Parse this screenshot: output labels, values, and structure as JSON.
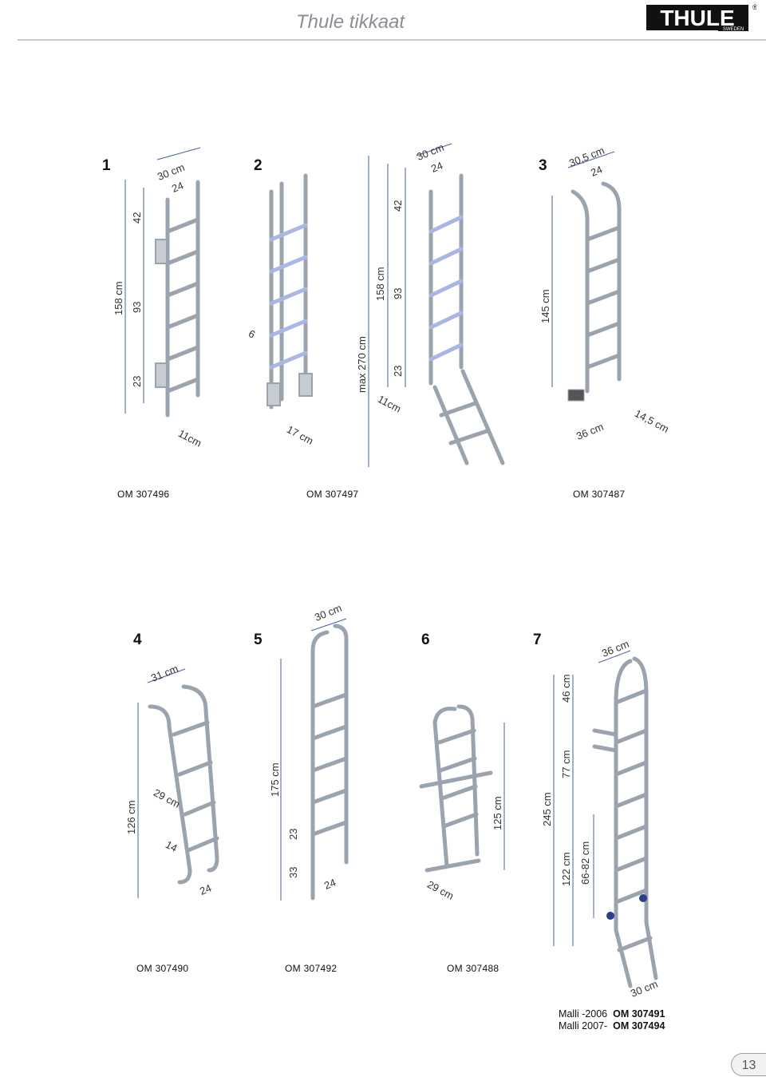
{
  "header": {
    "title": "Thule tikkaat",
    "logo_text": "THULE",
    "logo_sub": "SWEDEN",
    "logo_mark": "®"
  },
  "ladders": [
    {
      "number": "1",
      "code": "OM 307496",
      "dims": {
        "width": "30 cm",
        "inner": "24",
        "height": "158 cm",
        "top": "42",
        "mid": "93",
        "bottom": "23",
        "depth": "11cm"
      }
    },
    {
      "number": "2",
      "code": "OM 307497",
      "dims": {
        "step": "6",
        "depth": "17 cm",
        "max": "max 270 cm",
        "height": "158 cm",
        "top": "42",
        "mid": "93",
        "bottom": "23",
        "depth2": "11cm",
        "width": "30 cm",
        "inner": "24"
      }
    },
    {
      "number": "3",
      "code": "OM 307487",
      "dims": {
        "width": "30,5 cm",
        "inner": "24",
        "height": "145 cm",
        "base": "36 cm",
        "depth": "14,5 cm"
      }
    },
    {
      "number": "4",
      "code": "OM 307490",
      "dims": {
        "width": "31 cm",
        "height": "126 cm",
        "mid": "29 cm",
        "step": "14",
        "inner": "24"
      }
    },
    {
      "number": "5",
      "code": "OM 307492",
      "dims": {
        "width": "30 cm",
        "height": "175 cm",
        "a": "23",
        "b": "33",
        "inner": "24"
      }
    },
    {
      "number": "6",
      "code": "OM 307488",
      "dims": {
        "height": "125 cm",
        "depth": "29 cm"
      }
    },
    {
      "number": "7",
      "dims": {
        "width": "36 cm",
        "top": "46 cm",
        "mid": "77 cm",
        "total": "245 cm",
        "low": "122 cm",
        "range": "66-82 cm",
        "bottom": "30 cm"
      }
    }
  ],
  "models": [
    {
      "label": "Malli -2006",
      "code": "OM 307491"
    },
    {
      "label": "Malli 2007-",
      "code": "OM 307494"
    }
  ],
  "page_number": "13"
}
